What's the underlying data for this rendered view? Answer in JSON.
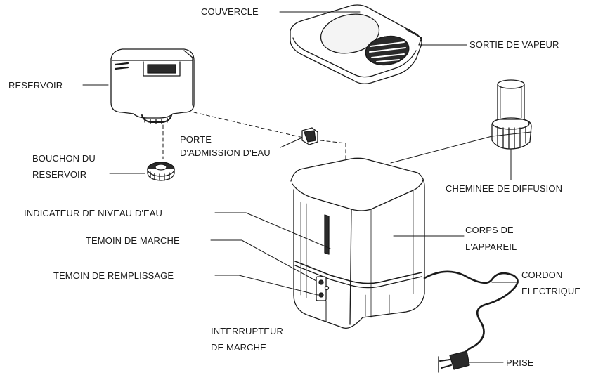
{
  "colors": {
    "line": "#1a1a1a",
    "paper": "#ffffff",
    "fill_light": "#f2f2f2",
    "fill_dark": "#2a2a2a"
  },
  "labels": {
    "couvercle": "COUVERCLE",
    "sortie_de_vapeur": "SORTIE DE VAPEUR",
    "reservoir": "RESERVOIR",
    "bouchon_line1": "BOUCHON DU",
    "bouchon_line2": "RESERVOIR",
    "porte_line1": "PORTE",
    "porte_line2": "D'ADMISSION D'EAU",
    "cheminee": "CHEMINEE DE DIFFUSION",
    "indicateur": "INDICATEUR DE NIVEAU D'EAU",
    "temoin_marche": "TEMOIN DE MARCHE",
    "corps_line1": "CORPS DE",
    "corps_line2": "L'APPAREIL",
    "temoin_remplissage": "TEMOIN DE REMPLISSAGE",
    "cordon_line1": "CORDON",
    "cordon_line2": "ELECTRIQUE",
    "interrupteur_line1": "INTERRUPTEUR",
    "interrupteur_line2": "DE MARCHE",
    "prise": "PRISE"
  }
}
